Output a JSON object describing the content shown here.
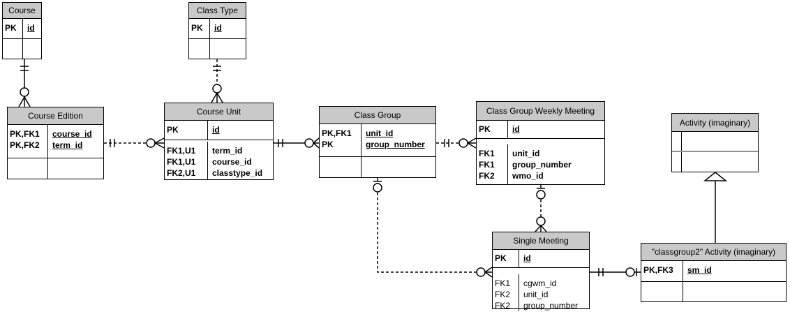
{
  "colors": {
    "background": "#ffffff",
    "entity_header_fill": "#c9c9c9",
    "line": "#000000",
    "imaginary_divider": "#909090"
  },
  "entities": {
    "course": {
      "title": "Course",
      "keys": [
        {
          "flag": "PK",
          "name": "id"
        }
      ]
    },
    "class_type": {
      "title": "Class Type",
      "keys": [
        {
          "flag": "PK",
          "name": "id"
        }
      ]
    },
    "course_edition": {
      "title": "Course Edition",
      "keys": [
        {
          "flag": "PK,FK1",
          "name": "course_id"
        },
        {
          "flag": "PK,FK2",
          "name": "term_id"
        }
      ]
    },
    "course_unit": {
      "title": "Course Unit",
      "keys": [
        {
          "flag": "PK",
          "name": "id"
        }
      ],
      "attrs": [
        {
          "flag": "FK1,U1",
          "name": "term_id"
        },
        {
          "flag": "FK1,U1",
          "name": "course_id"
        },
        {
          "flag": "FK2,U1",
          "name": "classtype_id"
        }
      ]
    },
    "class_group": {
      "title": "Class Group",
      "keys": [
        {
          "flag": "PK,FK1",
          "name": "unit_id"
        },
        {
          "flag": "PK",
          "name": "group_number"
        }
      ]
    },
    "class_group_weekly_meeting": {
      "title": "Class Group Weekly Meeting",
      "keys": [
        {
          "flag": "PK",
          "name": "id"
        }
      ],
      "attrs": [
        {
          "flag": "FK1",
          "name": "unit_id"
        },
        {
          "flag": "FK1",
          "name": "group_number"
        },
        {
          "flag": "FK2",
          "name": "wmo_id"
        }
      ]
    },
    "activity": {
      "title": "Activity (imaginary)"
    },
    "single_meeting": {
      "title": "Single Meeting",
      "keys": [
        {
          "flag": "PK",
          "name": "id"
        }
      ],
      "attrs": [
        {
          "flag": "FK1",
          "name": "cgwm_id"
        },
        {
          "flag": "FK2",
          "name": "unit_id"
        },
        {
          "flag": "FK2",
          "name": "group_number"
        }
      ]
    },
    "classgroup2_activity": {
      "title": "\"classgroup2\" Activity (imaginary)",
      "keys": [
        {
          "flag": "PK,FK3",
          "name": "sm_id"
        }
      ]
    }
  },
  "relationships": [
    {
      "from": "Course",
      "to": "Course Edition",
      "from_cardinality": "exactly-one",
      "to_cardinality": "zero-or-many",
      "line": "solid"
    },
    {
      "from": "Class Type",
      "to": "Course Unit",
      "from_cardinality": "exactly-one",
      "to_cardinality": "zero-or-many",
      "line": "dashed"
    },
    {
      "from": "Course Edition",
      "to": "Course Unit",
      "from_cardinality": "exactly-one",
      "to_cardinality": "zero-or-many",
      "line": "dashed"
    },
    {
      "from": "Course Unit",
      "to": "Class Group",
      "from_cardinality": "exactly-one",
      "to_cardinality": "zero-or-many",
      "line": "solid"
    },
    {
      "from": "Class Group",
      "to": "Class Group Weekly Meeting",
      "from_cardinality": "exactly-one",
      "to_cardinality": "zero-or-many",
      "line": "dashed"
    },
    {
      "from": "Class Group Weekly Meeting",
      "to": "Single Meeting",
      "from_cardinality": "zero-or-one",
      "to_cardinality": "zero-or-many",
      "line": "dashed"
    },
    {
      "from": "Class Group",
      "to": "Single Meeting",
      "from_cardinality": "zero-or-one",
      "to_cardinality": "zero-or-many",
      "line": "dashed"
    },
    {
      "from": "Single Meeting",
      "to": "\"classgroup2\" Activity (imaginary)",
      "from_cardinality": "exactly-one",
      "to_cardinality": "zero-or-one",
      "line": "solid"
    },
    {
      "type": "inheritance",
      "subtype": "\"classgroup2\" Activity (imaginary)",
      "supertype": "Activity (imaginary)"
    }
  ]
}
